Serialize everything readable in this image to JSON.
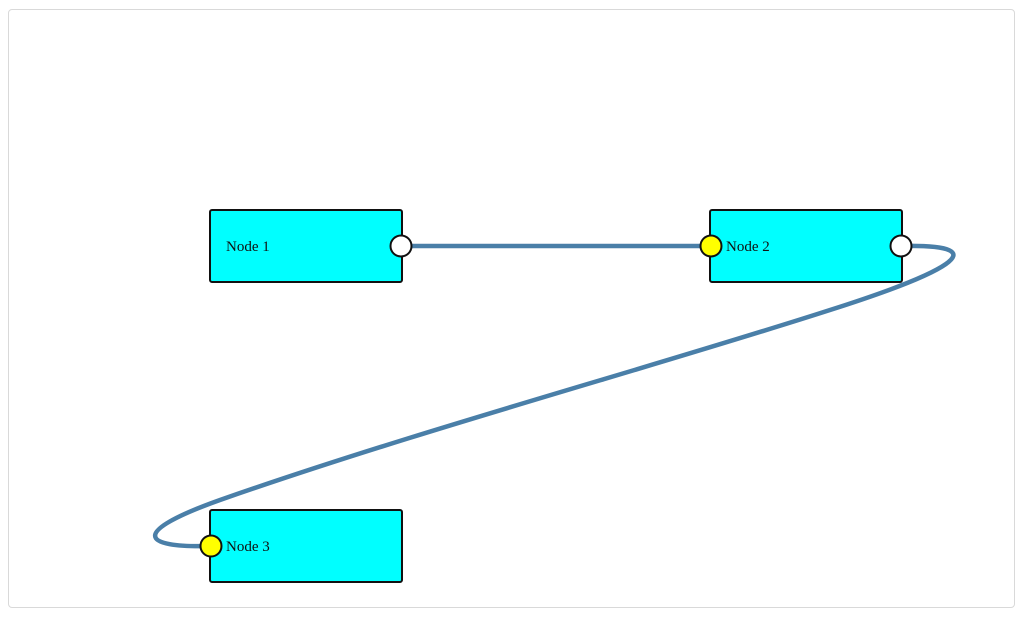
{
  "graph": {
    "nodes": [
      {
        "id": "node-1",
        "label": "Node 1",
        "fill": "#00ffff"
      },
      {
        "id": "node-2",
        "label": "Node 2",
        "fill": "#00ffff"
      },
      {
        "id": "node-3",
        "label": "Node 3",
        "fill": "#00ffff"
      }
    ],
    "ports": {
      "input_fill": "#ffff00",
      "output_fill": "#ffffff"
    },
    "edges": [
      {
        "from": "node-1",
        "to": "node-2",
        "color": "#4a7fa8"
      },
      {
        "from": "node-2",
        "to": "node-3",
        "color": "#4a7fa8"
      }
    ]
  }
}
